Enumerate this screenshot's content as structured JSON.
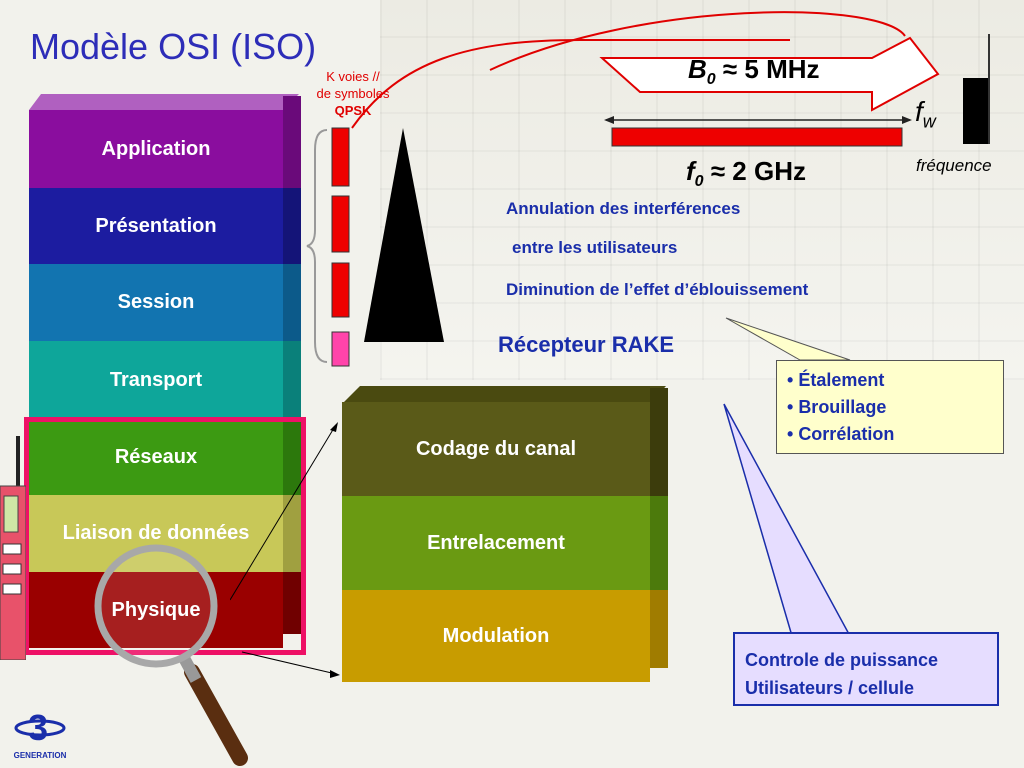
{
  "title": "Modèle OSI (ISO)",
  "kvoices": {
    "line1": "K voies //",
    "line2": "de symboles",
    "line3": "QPSK"
  },
  "osi_layers": [
    {
      "label": "Application",
      "color": "#8a0d9e"
    },
    {
      "label": "Présentation",
      "color": "#1c1ca0"
    },
    {
      "label": "Session",
      "color": "#1274b0"
    },
    {
      "label": "Transport",
      "color": "#0ea69a"
    },
    {
      "label": "Réseaux",
      "color": "#3c9a12"
    },
    {
      "label": "Liaison de données",
      "color": "#c8c858"
    },
    {
      "label": "Physique",
      "color": "#9a0000"
    }
  ],
  "phy_layers": [
    {
      "label": "Codage du canal",
      "color": "#5a5a18"
    },
    {
      "label": "Entrelacement",
      "color": "#6a9a12"
    },
    {
      "label": "Modulation",
      "color": "#c89c00"
    }
  ],
  "bandwidth": {
    "b0": "B",
    "b0_sub": "0",
    "b0_val": "≈ 5 MHz",
    "f0": "f",
    "f0_sub": "0",
    "f0_val": "≈ 2 GHz",
    "fw": "f",
    "fw_sub": "w",
    "freq": "fréquence"
  },
  "notes": {
    "line1": "Annulation des interférences",
    "line2": "entre les utilisateurs",
    "line3": "Diminution de l’effet d’éblouissement",
    "rake": "Récepteur RAKE"
  },
  "bullets": [
    "Étalement",
    "Brouillage",
    "Corrélation"
  ],
  "power": {
    "line1": "Controle de puissance",
    "line2": "Utilisateurs / cellule"
  },
  "logo": {
    "digit": "3",
    "text": "GENERATION"
  },
  "colors": {
    "accent_blue": "#1a2eaa",
    "red": "#e00000",
    "highlight_pink": "#ee1166"
  }
}
